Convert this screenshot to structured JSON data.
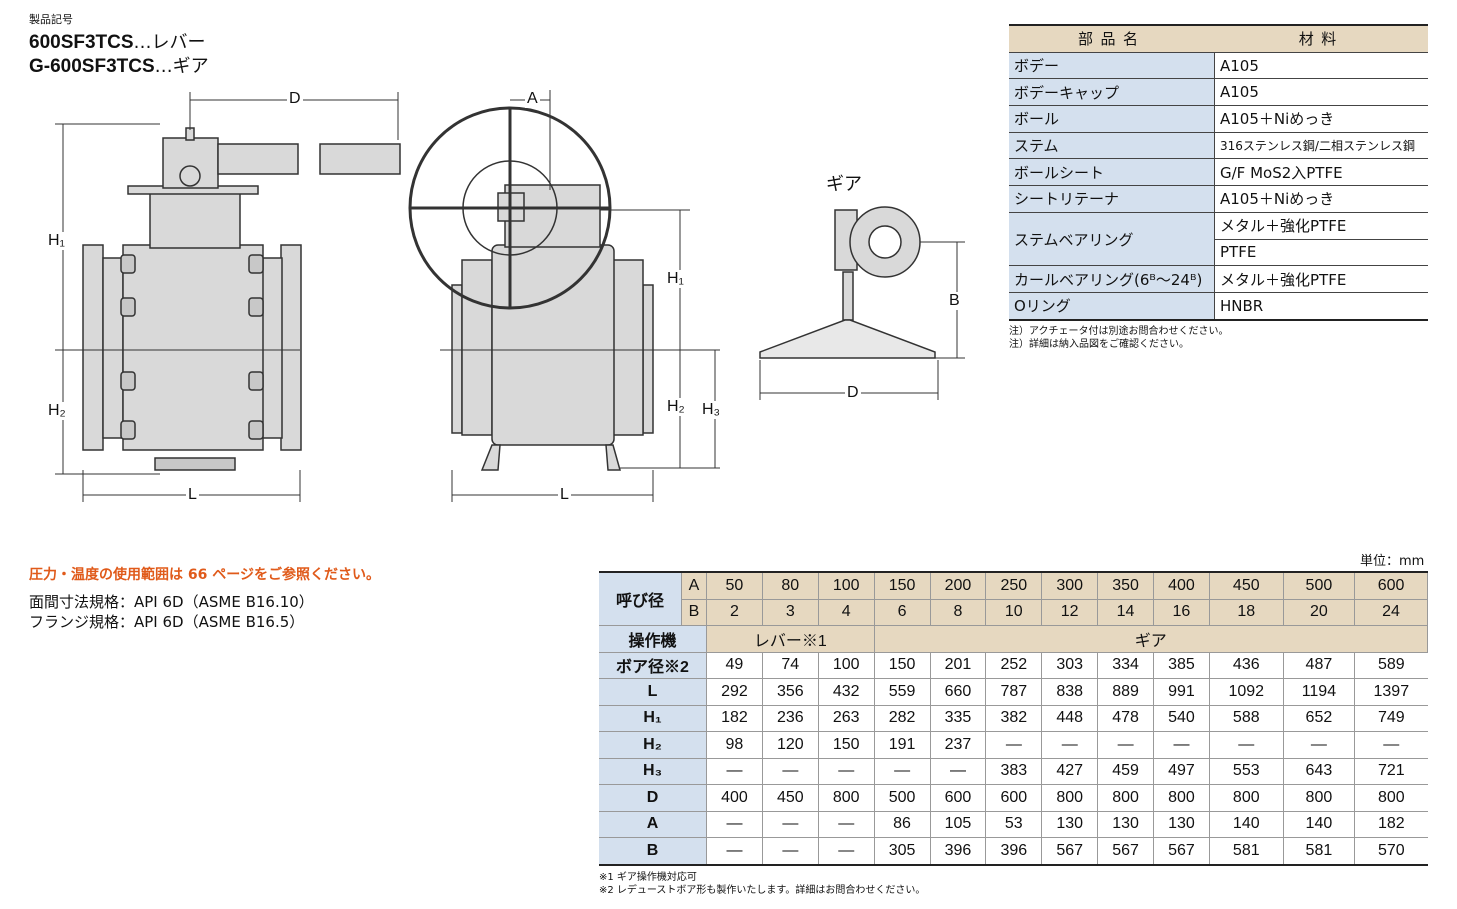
{
  "header": {
    "product_code_label": "製品記号",
    "model1": "600SF3TCS",
    "model1_suffix": "…レバー",
    "model2": "G-600SF3TCS",
    "model2_suffix": "…ギア"
  },
  "drawing": {
    "gear_label": "ギア",
    "dim_D": "D",
    "dim_A": "A",
    "dim_H1": "H₁",
    "dim_H2": "H₂",
    "dim_H3": "H₃",
    "dim_L": "L",
    "dim_B": "B"
  },
  "parts_table": {
    "headers": [
      "部品名",
      "材料"
    ],
    "rows": [
      {
        "part": "ボデー",
        "material": "A105"
      },
      {
        "part": "ボデーキャップ",
        "material": "A105"
      },
      {
        "part": "ボール",
        "material": "A105＋Niめっき"
      },
      {
        "part": "ステム",
        "material": "316ステンレス鋼/二相ステンレス鋼"
      },
      {
        "part": "ボールシート",
        "material": "G/F MoS2入PTFE"
      },
      {
        "part": "シートリテーナ",
        "material": "A105＋Niめっき"
      },
      {
        "part": "ステムベアリング",
        "material": "メタル＋強化PTFE",
        "material2": "PTFE"
      },
      {
        "part": "カールベアリング(6ᴮ〜24ᴮ)",
        "material": "メタル＋強化PTFE"
      },
      {
        "part": "Oリング",
        "material": "HNBR"
      }
    ],
    "notes": [
      "注）アクチェータ付は別途お問合わせください。",
      "注）詳細は納入品図をご確認ください。"
    ]
  },
  "info": {
    "pressure_note": "圧力・温度の使用範囲は 66 ページをご参照ください。",
    "face_to_face": "面間寸法規格：API 6D（ASME B16.10）",
    "flange": "フランジ規格：API 6D（ASME B16.5）"
  },
  "spec_table": {
    "unit": "単位：mm",
    "nominal_label": "呼び径",
    "A_label": "A",
    "B_label": "B",
    "A_sizes": [
      "50",
      "80",
      "100",
      "150",
      "200",
      "250",
      "300",
      "350",
      "400",
      "450",
      "500",
      "600"
    ],
    "B_sizes": [
      "2",
      "3",
      "4",
      "6",
      "8",
      "10",
      "12",
      "14",
      "16",
      "18",
      "20",
      "24"
    ],
    "operator_label": "操作機",
    "lever": "レバー※1",
    "gear": "ギア",
    "rows": [
      {
        "label": "ボア径※2",
        "values": [
          "49",
          "74",
          "100",
          "150",
          "201",
          "252",
          "303",
          "334",
          "385",
          "436",
          "487",
          "589"
        ]
      },
      {
        "label": "L",
        "values": [
          "292",
          "356",
          "432",
          "559",
          "660",
          "787",
          "838",
          "889",
          "991",
          "1092",
          "1194",
          "1397"
        ]
      },
      {
        "label": "H₁",
        "values": [
          "182",
          "236",
          "263",
          "282",
          "335",
          "382",
          "448",
          "478",
          "540",
          "588",
          "652",
          "749"
        ]
      },
      {
        "label": "H₂",
        "values": [
          "98",
          "120",
          "150",
          "191",
          "237",
          "—",
          "—",
          "—",
          "—",
          "—",
          "—",
          "—"
        ]
      },
      {
        "label": "H₃",
        "values": [
          "—",
          "—",
          "—",
          "—",
          "—",
          "383",
          "427",
          "459",
          "497",
          "553",
          "643",
          "721"
        ]
      },
      {
        "label": "D",
        "values": [
          "400",
          "450",
          "800",
          "500",
          "600",
          "600",
          "800",
          "800",
          "800",
          "800",
          "800",
          "800"
        ]
      },
      {
        "label": "A",
        "values": [
          "—",
          "—",
          "—",
          "86",
          "105",
          "53",
          "130",
          "130",
          "130",
          "140",
          "140",
          "182"
        ]
      },
      {
        "label": "B",
        "values": [
          "—",
          "—",
          "—",
          "305",
          "396",
          "396",
          "567",
          "567",
          "567",
          "581",
          "581",
          "570"
        ]
      }
    ],
    "footnotes": [
      "※1 ギア操作機対応可",
      "※2 レデューストボア形も製作いたします。詳細はお問合わせください。"
    ]
  }
}
